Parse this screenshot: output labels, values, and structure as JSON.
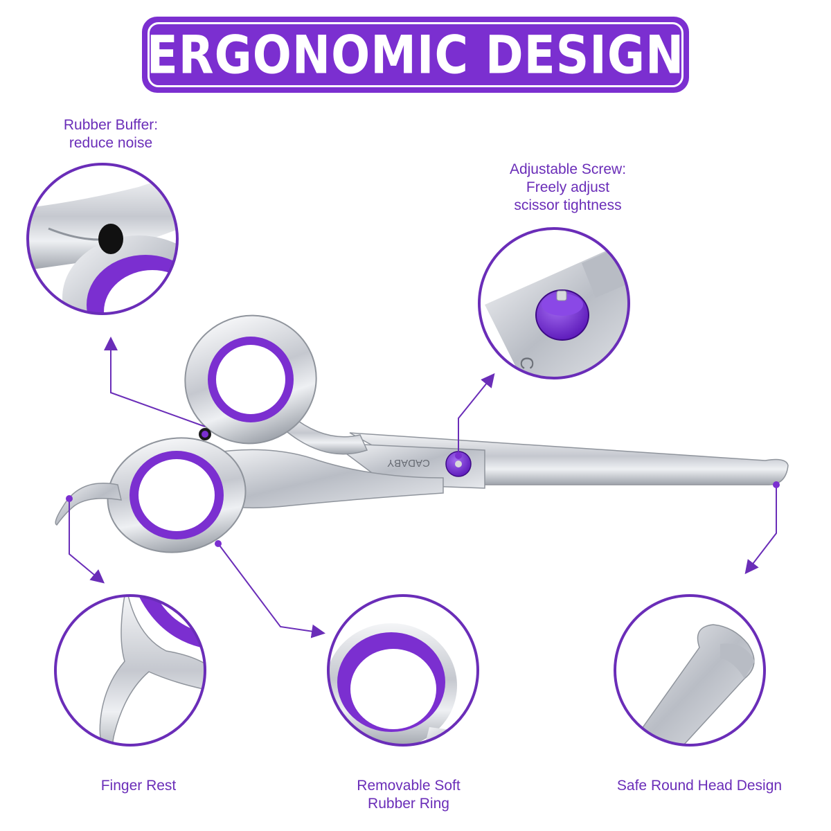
{
  "title": "ERGONOMIC DESIGN",
  "brand_on_blade": "CADABY",
  "brand_on_zoom": "CAD",
  "callouts": {
    "rubber_buffer": {
      "line1": "Rubber Buffer:",
      "line2": "reduce noise"
    },
    "adjustable_screw": {
      "line1": "Adjustable Screw:",
      "line2": "Freely adjust",
      "line3": "scissor tightness"
    },
    "finger_rest": {
      "line1": "Finger Rest"
    },
    "rubber_ring": {
      "line1": "Removable Soft",
      "line2": "Rubber Ring"
    },
    "round_head": {
      "line1": "Safe Round Head Design"
    }
  },
  "colors": {
    "accent": "#7b2fd0",
    "text": "#6a2db8",
    "steel": "#c9ccd3",
    "white": "#ffffff"
  }
}
